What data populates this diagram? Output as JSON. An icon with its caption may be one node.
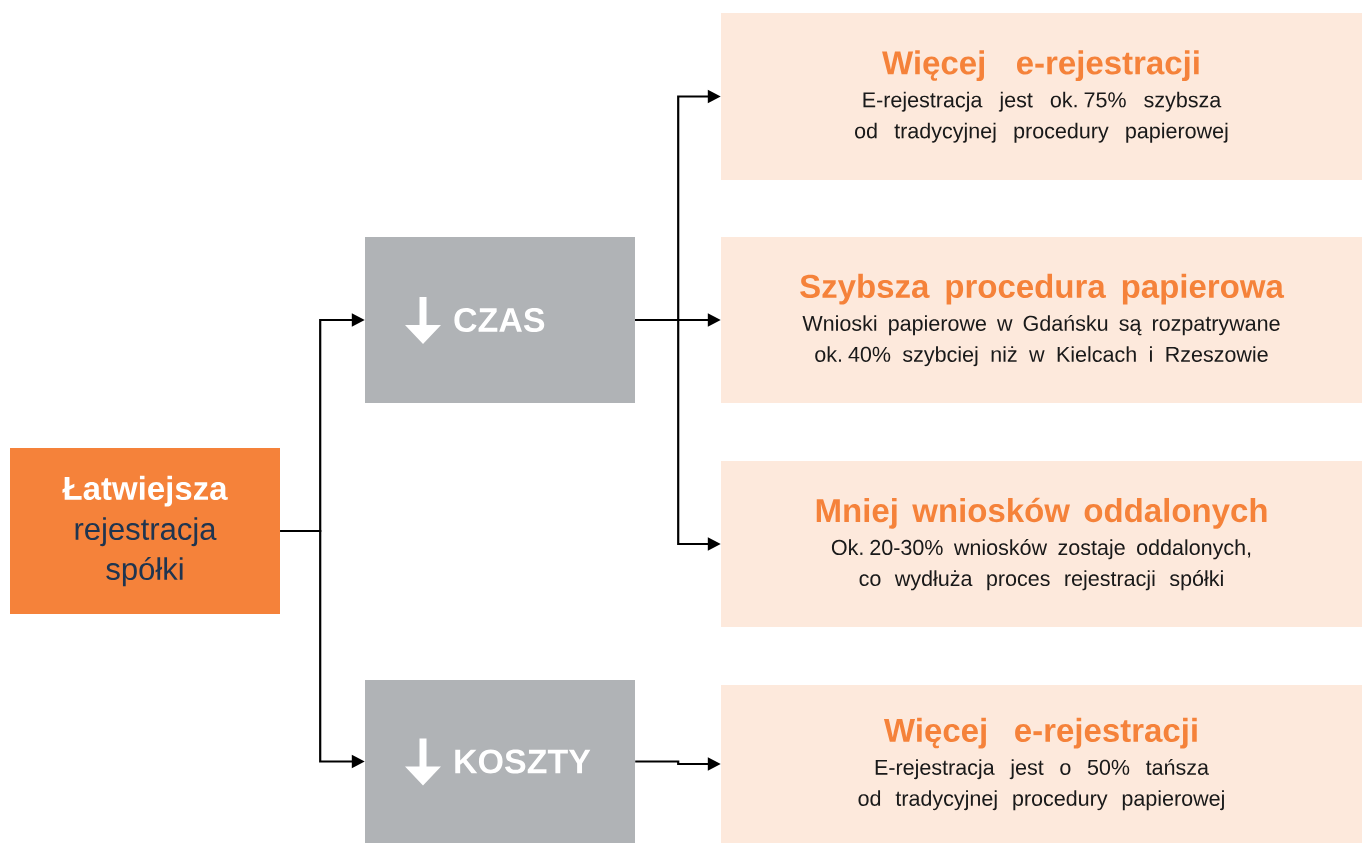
{
  "diagram": {
    "nodes": [
      {
        "text": [
          "Łatwiejsza",
          "rejestracja spółki"
        ]
      },
      {
        "text": [
          "CZAS"
        ]
      },
      {
        "text": [
          "KOSZTY"
        ]
      },
      {
        "text": [
          "Więcej e-rejestracji",
          "E-rejestracja jest ok. 75% szybsza od tradycyjnej procedury papierowej"
        ]
      },
      {
        "text": [
          "Szybsza procedura papierowa",
          "Wnioski papierowe w Gdańsku są rozpatrywane ok. 40% szybciej niż w Kielcach i Rzeszowie"
        ]
      },
      {
        "text": [
          "Mniej wniosków oddalonych",
          "Ok. 20-30% wniosków zostaje oddalonych, co wydłuża proces rejestracji spółki"
        ]
      },
      {
        "text": [
          "Więcej e-rejestracji",
          "E-rejestracja jest o 50% tańsza od tradycyjnej procedury papierowej"
        ]
      }
    ],
    "edges": [
      {
        "from": 0,
        "to": 1,
        "arrow": "to"
      },
      {
        "from": 0,
        "to": 2,
        "arrow": "to"
      },
      {
        "from": 1,
        "to": 3,
        "arrow": "to"
      },
      {
        "from": 1,
        "to": 4,
        "arrow": "to"
      },
      {
        "from": 1,
        "to": 5,
        "arrow": "to"
      },
      {
        "from": 2,
        "to": 6,
        "arrow": "to"
      }
    ]
  }
}
